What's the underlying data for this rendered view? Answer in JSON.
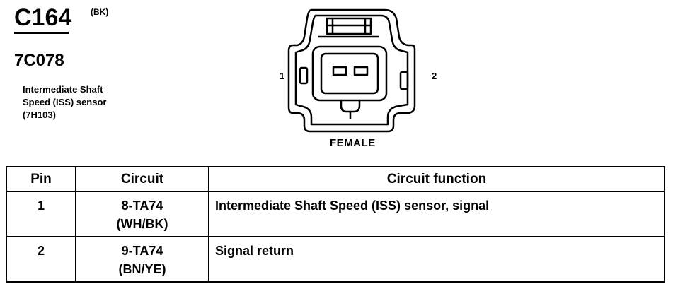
{
  "connector": {
    "id": "C164",
    "color": "(BK)",
    "part_number": "7C078",
    "description_lines": [
      "Intermediate Shaft",
      "Speed (ISS) sensor",
      "(7H103)"
    ]
  },
  "diagram": {
    "pin_left": "1",
    "pin_right": "2",
    "gender": "FEMALE"
  },
  "table": {
    "headers": [
      "Pin",
      "Circuit",
      "Circuit function"
    ],
    "rows": [
      {
        "pin": "1",
        "circuit": "8-TA74",
        "wire": "(WH/BK)",
        "function": "Intermediate Shaft Speed (ISS) sensor, signal"
      },
      {
        "pin": "2",
        "circuit": "9-TA74",
        "wire": "(BN/YE)",
        "function": "Signal return"
      }
    ]
  }
}
